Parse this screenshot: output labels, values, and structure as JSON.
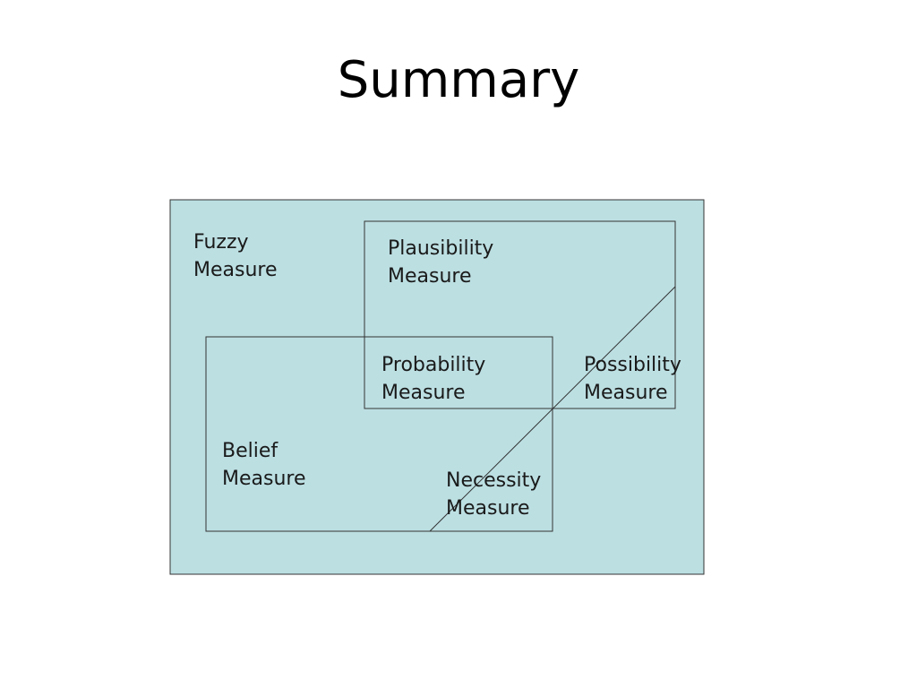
{
  "slide": {
    "title": "Summary"
  },
  "diagram": {
    "background_color": "#bcdfe2",
    "line_color": "#333333",
    "regions": {
      "fuzzy": {
        "line1": "Fuzzy",
        "line2": "Measure"
      },
      "plausibility": {
        "line1": "Plausibility",
        "line2": "Measure"
      },
      "probability": {
        "line1": "Probability",
        "line2": "Measure"
      },
      "possibility": {
        "line1": "Possibility",
        "line2": "Measure"
      },
      "belief": {
        "line1": "Belief",
        "line2": "Measure"
      },
      "necessity": {
        "line1": "Necessity",
        "line2": "Measure"
      }
    }
  }
}
